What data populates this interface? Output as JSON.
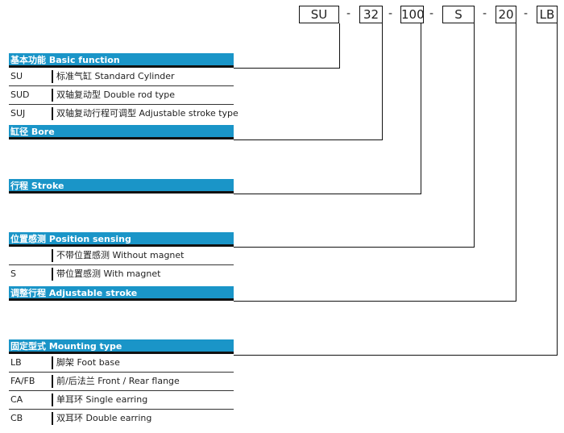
{
  "model_code": {
    "parts": [
      "SU",
      "32",
      "100",
      "S",
      "20",
      "LB"
    ],
    "separator": "-"
  },
  "sections": [
    {
      "id": "basic",
      "title": "基本功能 Basic function",
      "rows": [
        {
          "code": "SU",
          "desc": "标准气缸 Standard Cylinder"
        },
        {
          "code": "SUD",
          "desc": "双轴复动型 Double rod type"
        },
        {
          "code": "SUJ",
          "desc": "双轴复动行程可调型 Adjustable stroke type"
        }
      ]
    },
    {
      "id": "bore",
      "title": "缸径 Bore",
      "rows": []
    },
    {
      "id": "stroke",
      "title": "行程 Stroke",
      "rows": []
    },
    {
      "id": "sensing",
      "title": "位置感测 Position sensing",
      "rows": [
        {
          "code": "",
          "desc": "不带位置感测 Without magnet"
        },
        {
          "code": "S",
          "desc": "带位置感测 With magnet"
        }
      ]
    },
    {
      "id": "adjust",
      "title": "调整行程 Adjustable stroke",
      "rows": []
    },
    {
      "id": "mounting",
      "title": "固定型式 Mounting type",
      "rows": [
        {
          "code": "LB",
          "desc": "脚架 Foot base"
        },
        {
          "code": "FA/FB",
          "desc": "前/后法兰 Front / Rear flange"
        },
        {
          "code": "CA",
          "desc": "单耳环 Single earring"
        },
        {
          "code": "CB",
          "desc": "双耳环 Double earring"
        }
      ]
    }
  ],
  "colors": {
    "header_bg": "#1a95c8",
    "line": "#111111"
  }
}
